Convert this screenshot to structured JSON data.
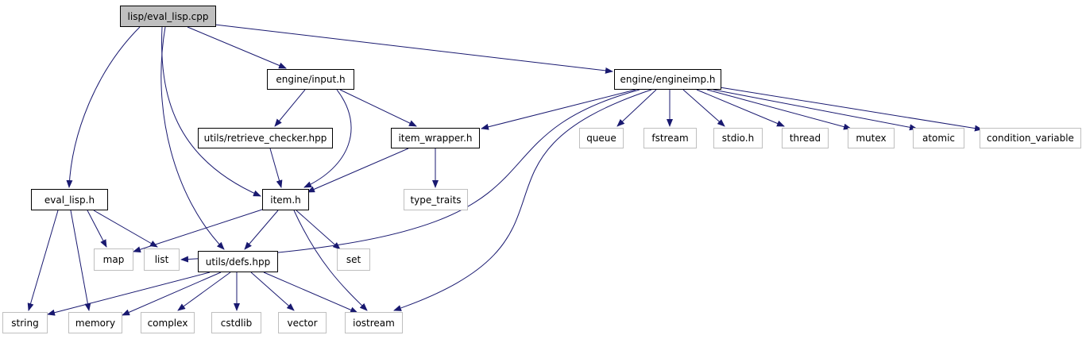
{
  "graph": {
    "edge_color": "#191970",
    "nodes": {
      "root": "lisp/eval_lisp.cpp",
      "input": "engine/input.h",
      "engineimp": "engine/engineimp.h",
      "retrieve": "utils/retrieve_checker.hpp",
      "wrapper": "item_wrapper.h",
      "eval": "eval_lisp.h",
      "item": "item.h",
      "type_traits": "type_traits",
      "queue": "queue",
      "fstream": "fstream",
      "stdio": "stdio.h",
      "thread": "thread",
      "mutex": "mutex",
      "atomic": "atomic",
      "condvar": "condition_variable",
      "map": "map",
      "list": "list",
      "set": "set",
      "defs": "utils/defs.hpp",
      "string": "string",
      "memory": "memory",
      "complex": "complex",
      "cstdlib": "cstdlib",
      "vector": "vector",
      "iostream": "iostream"
    }
  }
}
